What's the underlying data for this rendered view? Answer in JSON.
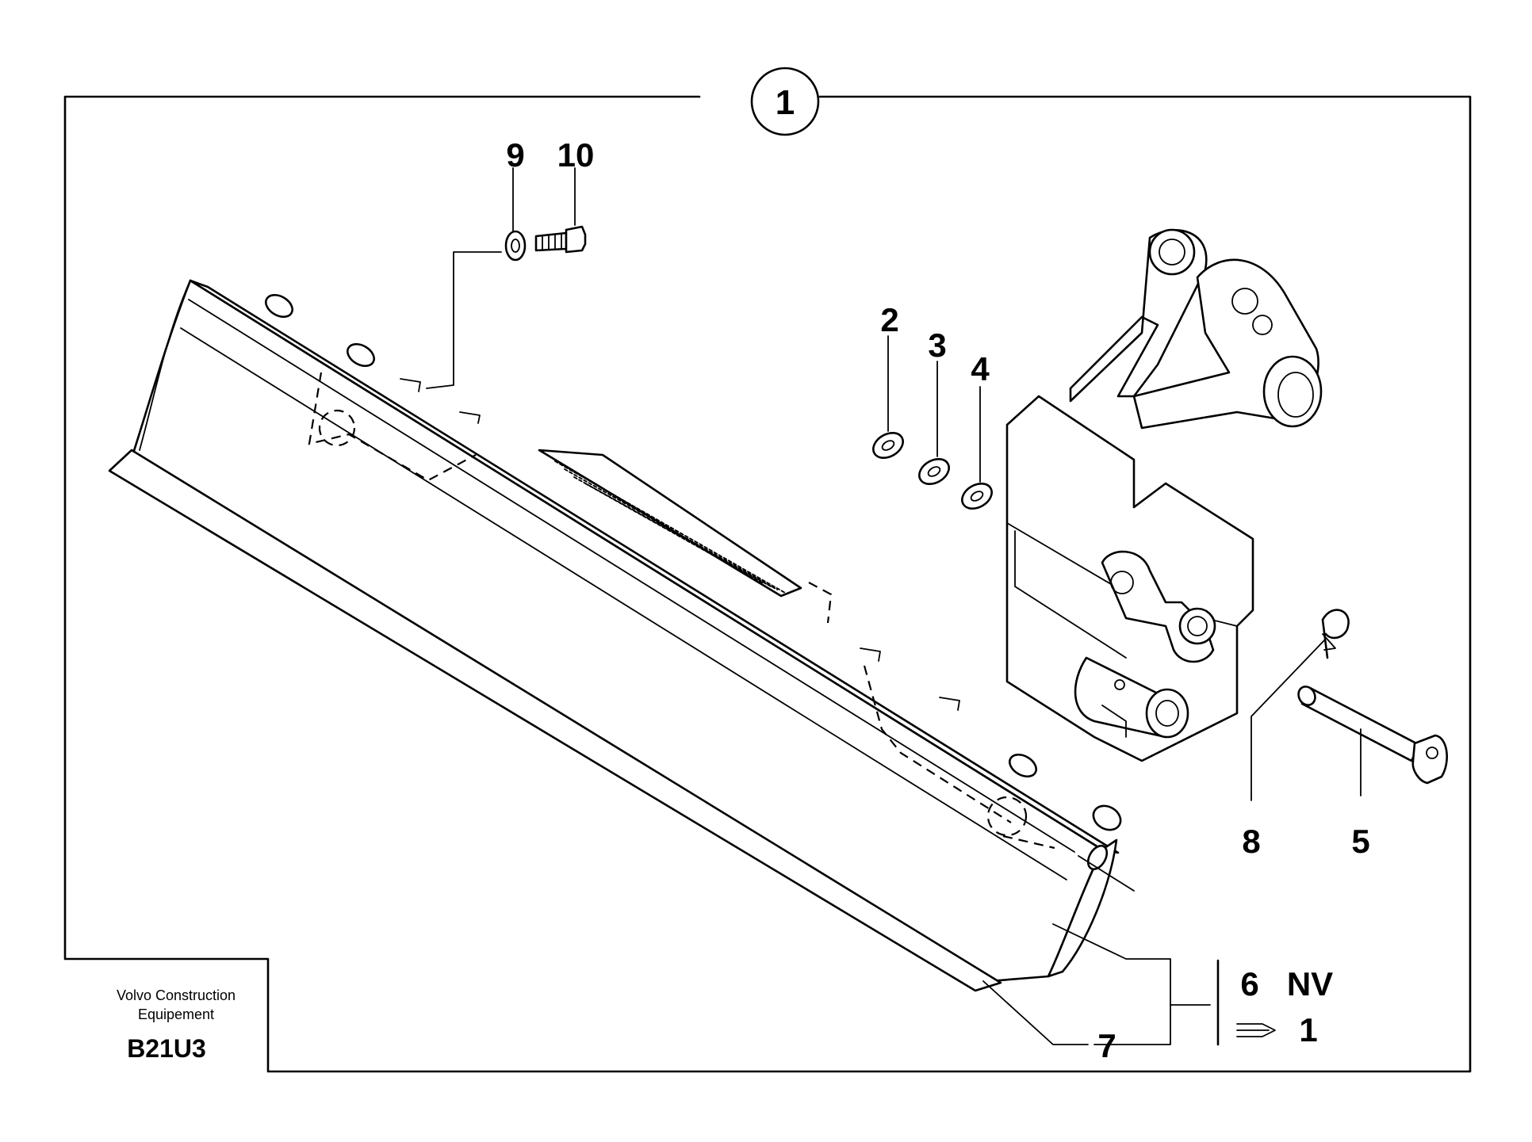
{
  "assembly": {
    "callout": "1"
  },
  "parts": {
    "p2": "2",
    "p3": "3",
    "p4": "4",
    "p5": "5",
    "p7": "7",
    "p8": "8",
    "p9": "9",
    "p10": "10"
  },
  "legend": {
    "qty": "6",
    "code": "NV",
    "ref_number": "1"
  },
  "title_block": {
    "company_line1": "Volvo Construction",
    "company_line2": "Equipement",
    "drawing_code": "B21U3"
  },
  "icons": {
    "reference_arrow": "reference-arrow-icon"
  }
}
